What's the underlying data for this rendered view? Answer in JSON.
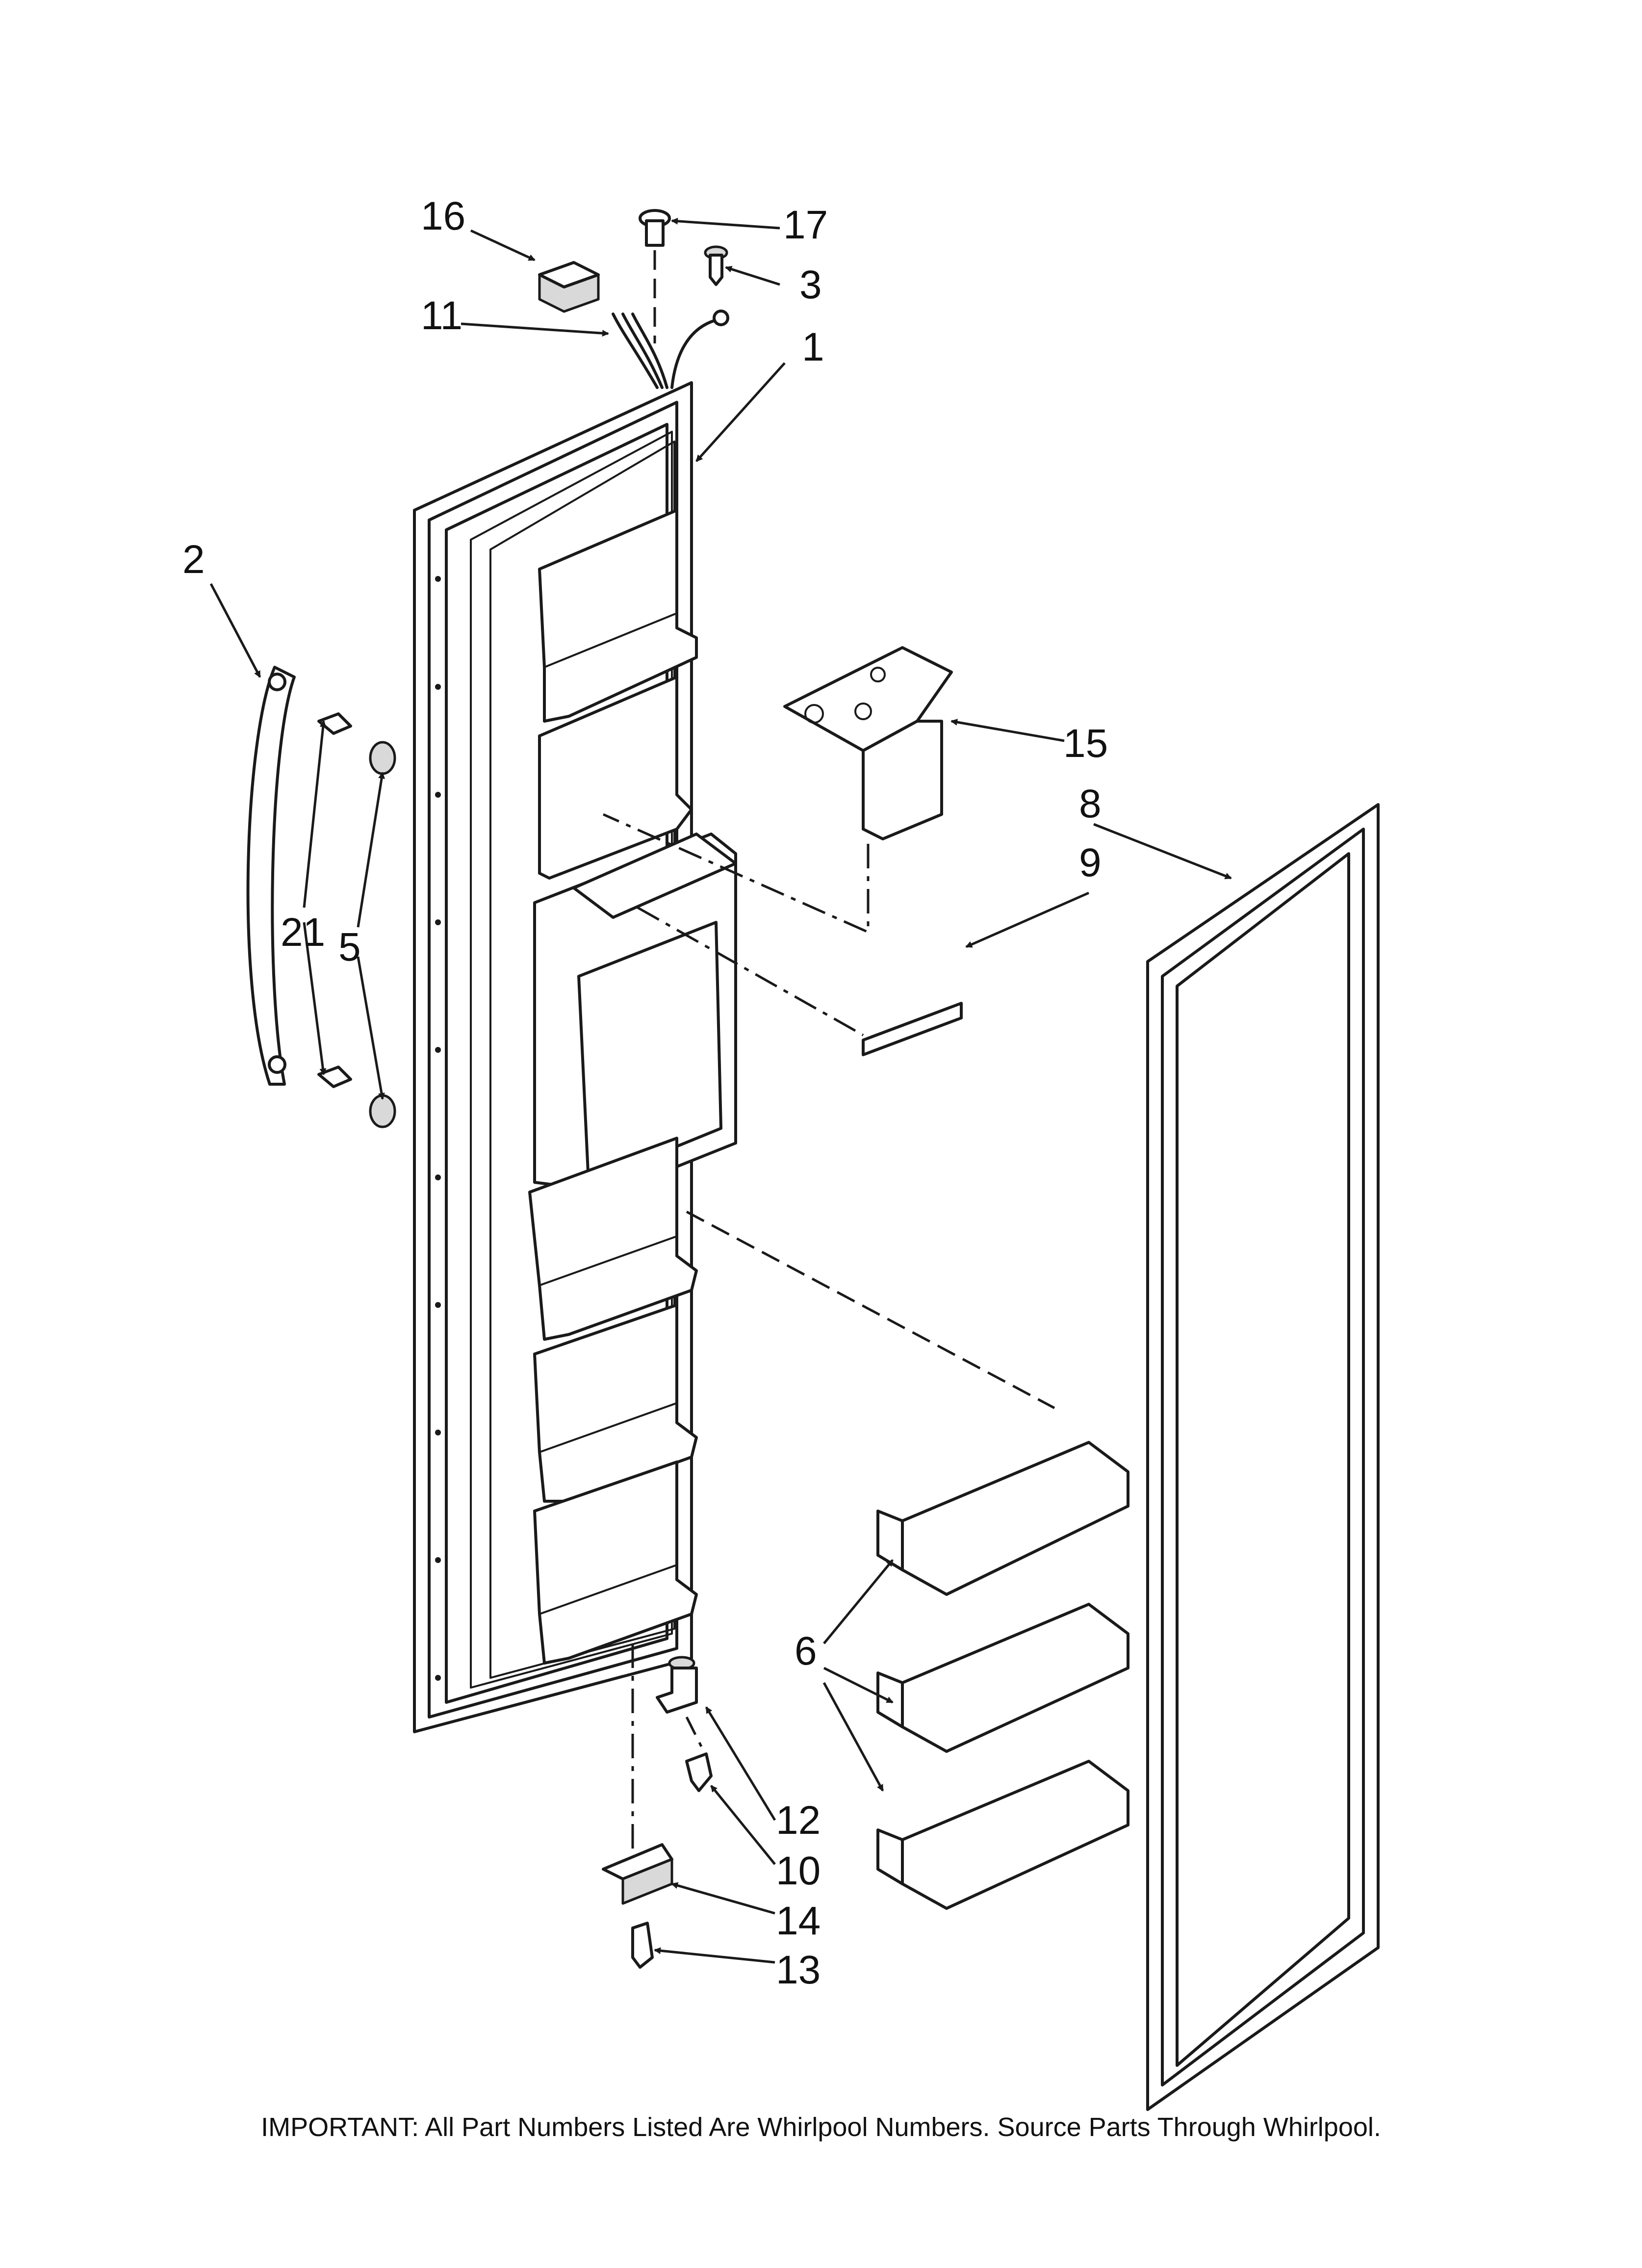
{
  "diagram": {
    "part_labels": {
      "p1": "1",
      "p2": "2",
      "p3": "3",
      "p5": "5",
      "p6": "6",
      "p8": "8",
      "p9": "9",
      "p10": "10",
      "p11": "11",
      "p12": "12",
      "p13": "13",
      "p14": "14",
      "p15": "15",
      "p16": "16",
      "p17": "17",
      "p21": "21"
    },
    "footer_note": "IMPORTANT: All Part Numbers Listed Are Whirlpool Numbers. Source Parts Through Whirlpool."
  }
}
